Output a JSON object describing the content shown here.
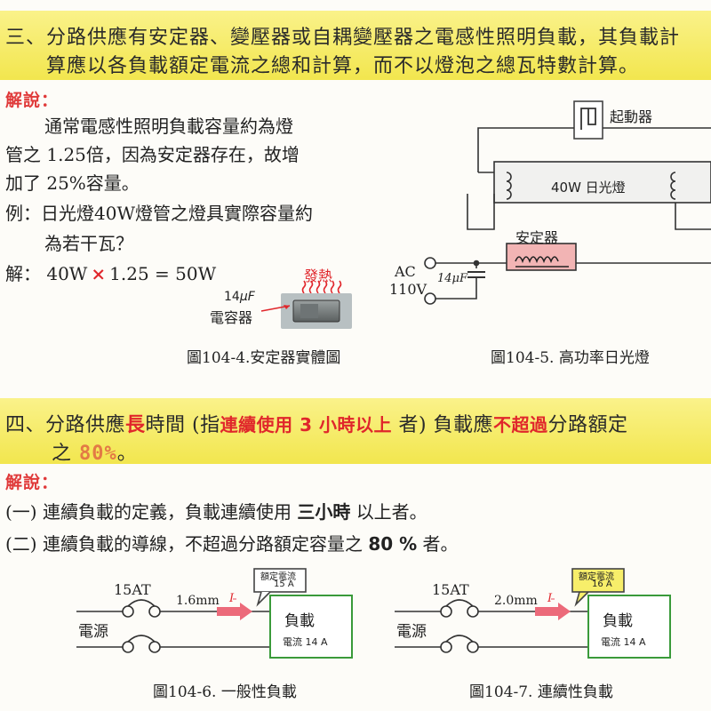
{
  "section3": {
    "line1": "三、分路供應有安定器、變壓器或自耦變壓器之電感性照明負載，其負載計",
    "line2": "算應以各負載額定電流之總和計算，而不以燈泡之總瓦特數計算。"
  },
  "explain_label": "解說：",
  "explain3": {
    "line1": "通常電感性照明負載容量約為燈",
    "line2": "管之 1.25倍，因為安定器存在，故增",
    "line3": "加了 25%容量。",
    "example_a": "例：日光燈40W燈管之燈具實際容量約",
    "example_b": "為若干瓦？",
    "solution_prefix": "解：",
    "solution_a": "40W",
    "solution_times": "×",
    "solution_b": "1.25 = 50W"
  },
  "fig4": {
    "heat_label": "發熱",
    "cap_value": "14",
    "cap_unit": "μF",
    "cap_name": "電容器",
    "caption": "圖104-4.安定器實體圖"
  },
  "fig5": {
    "starter_label": "起動器",
    "lamp_label": "40W 日光燈",
    "ballast_label": "安定器",
    "ac_label": "AC",
    "voltage_label": "110V",
    "cap_label": "14μF",
    "caption": "圖104-5. 高功率日光燈"
  },
  "section4": {
    "p1": "四、分路供應",
    "p2": "長",
    "p3": "時間 (指",
    "p4": "連續使用 3 小時以上",
    "p5": " 者) 負載應",
    "p6": "不超過",
    "p7": "分路額定",
    "line2_a": "之",
    "line2_b": "80%",
    "line2_c": "。"
  },
  "explain4": {
    "item1_a": "(一) 連續負載的定義，負載連續使用",
    "item1_b": "三小時",
    "item1_c": "以上者。",
    "item2_a": "(二) 連續負載的導線，不超過分路額定容量之",
    "item2_b": "80 %",
    "item2_c": "者。"
  },
  "fig6": {
    "breaker": "15AT",
    "wire": "1.6mm",
    "source": "電源",
    "current_symbol": "I",
    "rated_a": "額定電流",
    "rated_b": "15 A",
    "load": "負載",
    "load_current": "電流 14 A",
    "caption": "圖104-6. 一般性負載"
  },
  "fig7": {
    "breaker": "15AT",
    "wire": "2.0mm",
    "source": "電源",
    "current_symbol": "I",
    "rated_a": "額定電流",
    "rated_b": "16 A",
    "load": "負載",
    "load_current": "電流 14 A",
    "caption": "圖104-7. 連續性負載"
  },
  "colors": {
    "banner": "#f5ea5a",
    "red": "#e0262b",
    "green": "#2e9a3a",
    "arrow": "#ec6a7a"
  }
}
